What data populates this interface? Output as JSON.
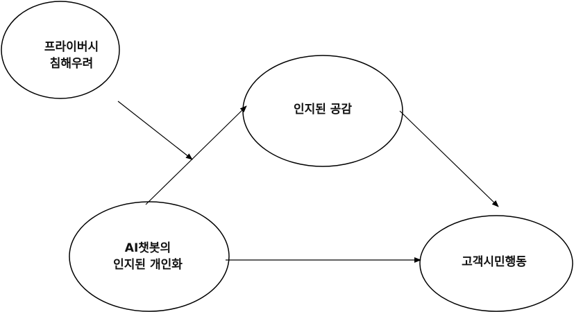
{
  "nodes": {
    "privacy": {
      "line1": "프라이버시",
      "line2": "침해우려"
    },
    "empathy": {
      "line1": "인지된 공감"
    },
    "personalization": {
      "line1": "AI챗봇의",
      "line2": "인지된 개인화"
    },
    "citizenship": {
      "line1": "고객시민행동"
    }
  }
}
